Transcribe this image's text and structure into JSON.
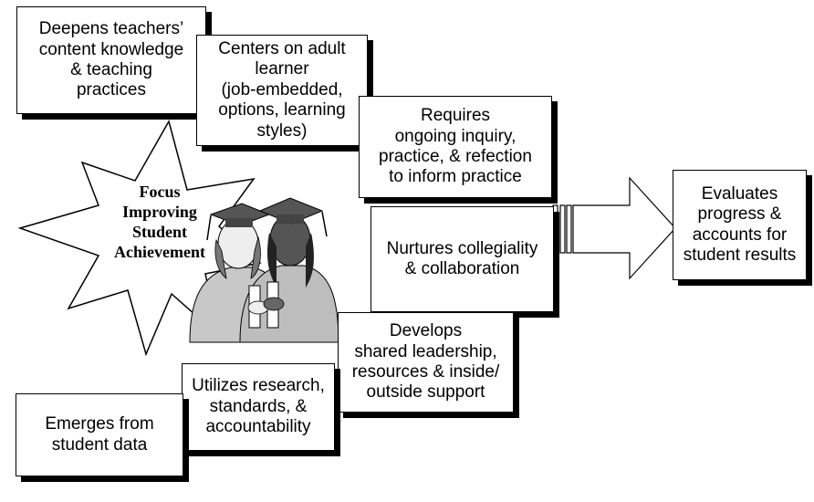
{
  "focus": {
    "text": "Focus\nImproving\nStudent\nAchievement"
  },
  "boxes": {
    "content": "Deepens teachers’\ncontent knowledge\n& teaching\npractices",
    "adult": "Centers on adult\nlearner\n(job-embedded,\noptions, learning\nstyles)",
    "inquiry": "Requires\nongoing inquiry,\npractice, & refection\nto inform practice",
    "collegiality": "Nurtures collegiality\n& collaboration",
    "leadership": "Develops\nshared leadership,\nresources & inside/\noutside support",
    "research": "Utilizes research,\nstandards, &\naccountability",
    "data": "Emerges from\nstudent data",
    "evaluates": "Evaluates\nprogress &\naccounts for\nstudent results"
  },
  "icons": {
    "illustration": "two-graduates-illustration",
    "starburst": "starburst-shape",
    "arrow": "block-arrow-right"
  }
}
